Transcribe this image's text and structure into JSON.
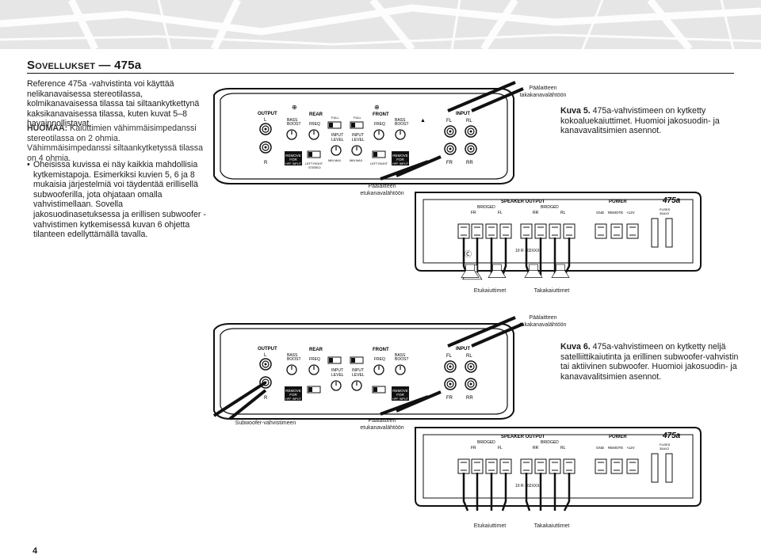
{
  "header": {
    "title_prefix": "Sovellukset —",
    "title_model": "475a"
  },
  "intro": {
    "para1": "Reference 475a -vahvistinta voi käyttää nelikanavaisessa stereotilassa, kolmikanavaisessa tilassa tai siltaankytkettynä kaksikanavaisessa tilassa, kuten kuvat 5–8 havainnollistavat.",
    "note_label": "HUOMAA:",
    "note_text": " Kaiuttimien vähimmäisimpedanssi stereotilassa on 2 ohmia. Vähimmäisimpedanssi siltaankytketyssä tilassa on 4 ohmia.",
    "bullet": "Oheisissa kuvissa ei näy kaikkia mahdollisia kytkemistapoja. Esimerkiksi kuvien 5, 6 ja 8 mukaisia järjestelmiä voi täydentää erillisellä subwooferilla, jota ohjataan omalla vahvistimellaan. Sovella jakosuodinasetuksessa ja erillisen subwoofer -vahvistimen kytkemisessä kuvan 6 ohjetta tilanteen edellyttämällä tavalla."
  },
  "figure5": {
    "caption_label": "Kuva 5.",
    "caption_text": " 475a-vahvistimeen on kytketty kokoaluekaiuttimet. Huomioi jakosuodin- ja kanavavalitsimien asennot.",
    "rear_source_label": "Päälaitteen takakanavalähtöön",
    "front_source_label": "Päälaitteen etukanavalähtöön",
    "front_speakers_label": "Etukaiuttimet",
    "rear_speakers_label": "Takakaiuttimet"
  },
  "figure6": {
    "caption_label": "Kuva 6.",
    "caption_text": " 475a-vahvistimeen on kytketty neljä satelliittikaiutinta ja erillinen subwoofer-vahvistin tai aktiivinen subwoofer. Huomioi jakosuodin- ja kanavavalitsimien asennot.",
    "rear_source_label": "Päälaitteen takakanavalähtöön",
    "sub_amp_label": "Subwoofer-vahvistimeen",
    "front_source_label": "Päälaitteen etukanavalähtöön",
    "front_speakers_label": "Etukaiuttimet",
    "rear_speakers_label": "Takakaiuttimet"
  },
  "amp_panel": {
    "output": "OUTPUT",
    "l": "L",
    "r": "R",
    "rear": "REAR",
    "front": "FRONT",
    "input": "INPUT",
    "fl": "FL",
    "rl": "RL",
    "fr": "FR",
    "rr": "RR",
    "bass_boost": "BASS BOOST",
    "freq": "FREQ",
    "full": "FULL",
    "input_level": "INPUT LEVEL",
    "remove_for": "REMOVE FOR",
    "hpf_input": "HPF INPUT",
    "min_max": "MIN  MAX",
    "left_right": "LEFT  RIGHT",
    "stereo": "STEREO"
  },
  "terminal_panel": {
    "speaker_output": "SPEAKER OUTPUT",
    "bridged": "BRIDGED",
    "power": "POWER",
    "model": "475a",
    "gnd": "GND",
    "remote": "REMOTE",
    "plus12v": "+12V",
    "fuses": "FUSES 35AX2",
    "serial": "R - 02XXX"
  },
  "page_number": "4"
}
